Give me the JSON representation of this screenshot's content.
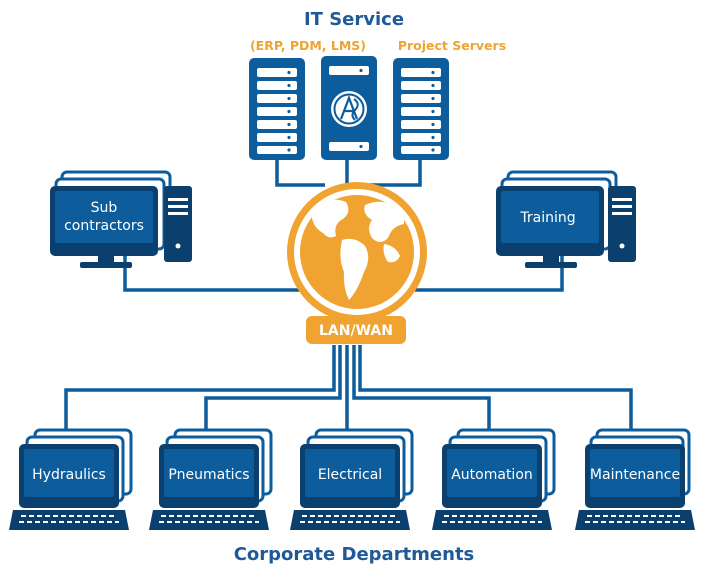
{
  "header": {
    "title": "IT Service",
    "subtitle_left": "(ERP, PDM, LMS)",
    "subtitle_right": "Project Servers"
  },
  "hub": {
    "label": "LAN/WAN"
  },
  "side_nodes": {
    "left": {
      "label_line1": "Sub",
      "label_line2": "contractors"
    },
    "right": {
      "label": "Training"
    }
  },
  "departments": [
    {
      "label": "Hydraulics"
    },
    {
      "label": "Pneumatics"
    },
    {
      "label": "Electrical"
    },
    {
      "label": "Automation"
    },
    {
      "label": "Maintenance"
    }
  ],
  "footer": {
    "label": "Corporate Departments"
  },
  "colors": {
    "blue": "#0d5c9c",
    "dark_blue": "#0a3f6e",
    "orange": "#f0a330",
    "title_blue": "#1f5a96"
  },
  "icons": {
    "server": "server-rack-icon",
    "globe": "globe-icon",
    "desktop": "desktop-monitor-icon",
    "tower": "pc-tower-icon",
    "laptop": "laptop-icon"
  }
}
